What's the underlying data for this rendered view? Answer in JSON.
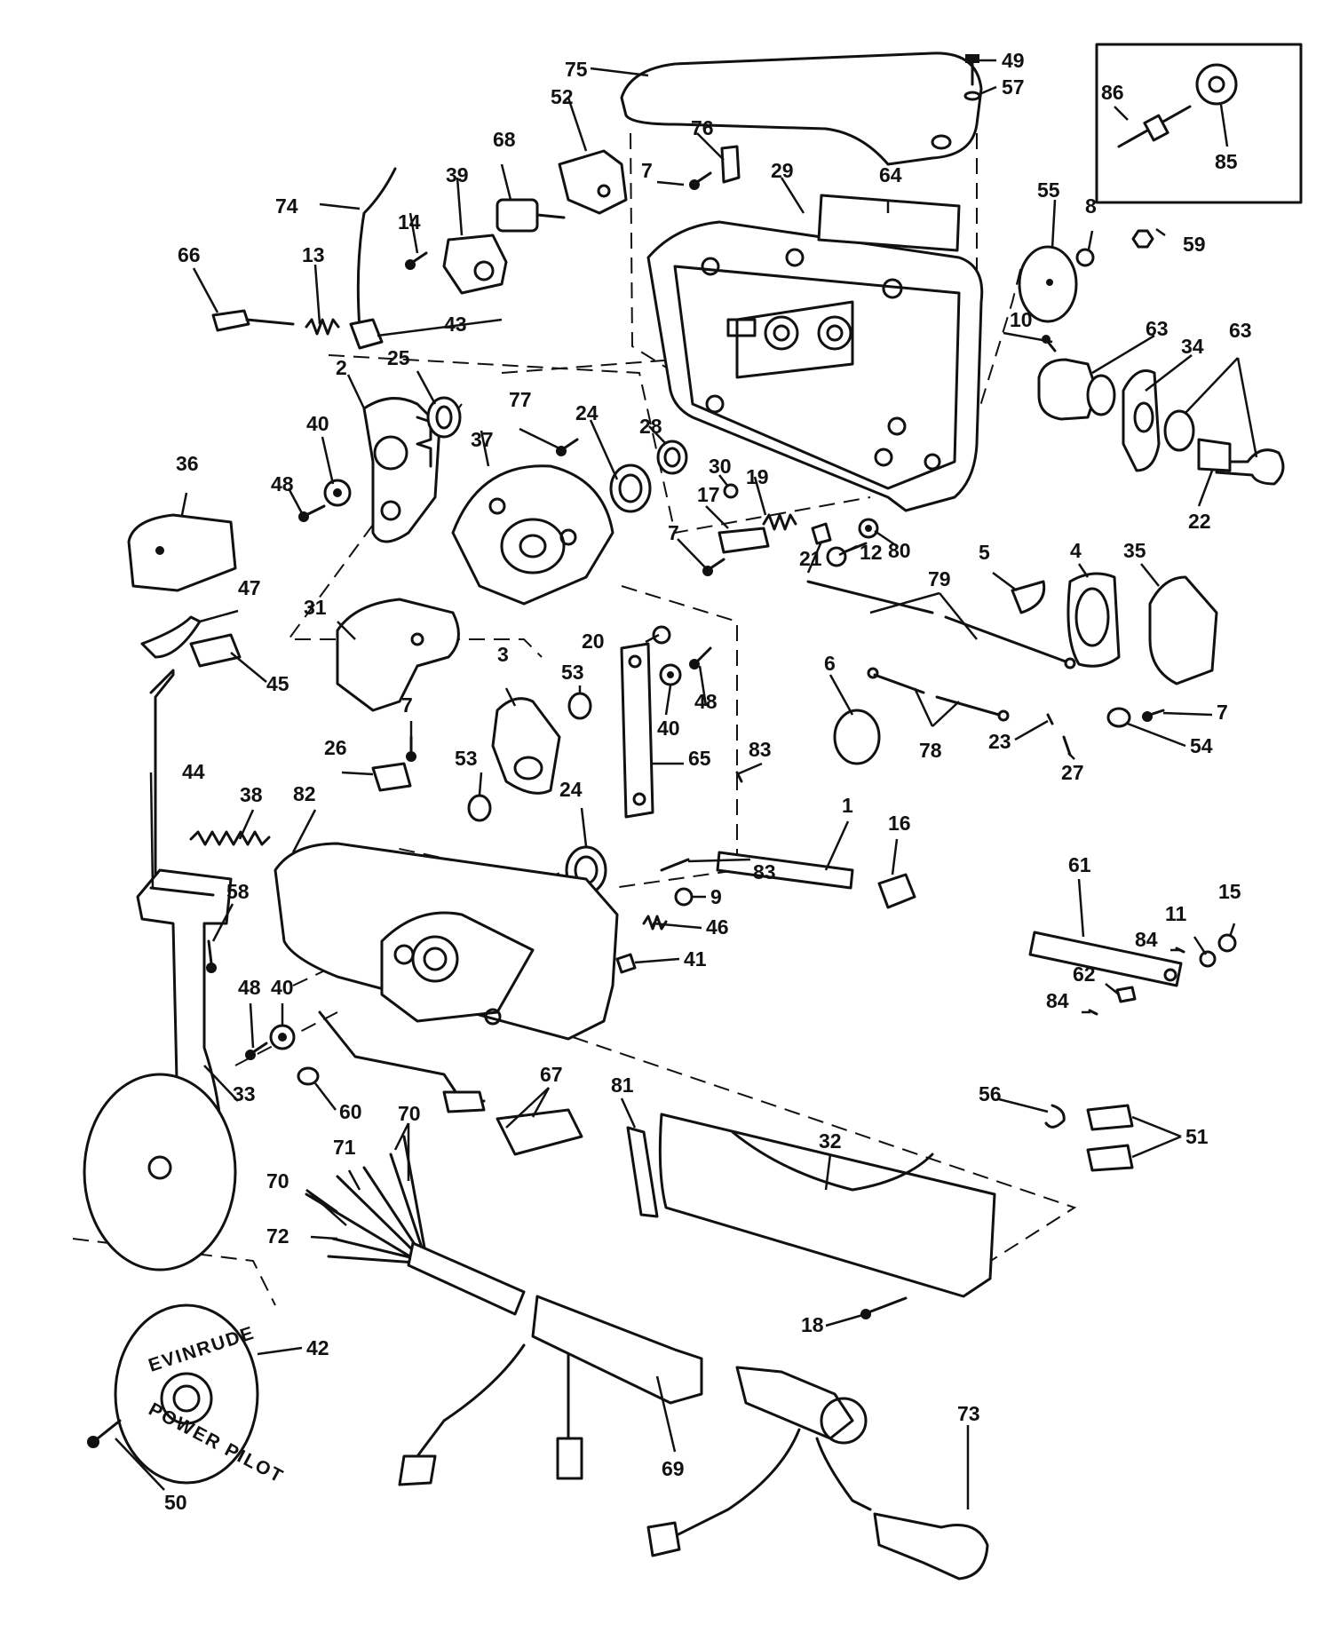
{
  "diagram": {
    "cover_text": [
      "EVINRUDE",
      "POWER PILOT"
    ],
    "callouts": [
      {
        "id": "c1",
        "label": "1"
      },
      {
        "id": "c2",
        "label": "2"
      },
      {
        "id": "c3",
        "label": "3"
      },
      {
        "id": "c4",
        "label": "4"
      },
      {
        "id": "c5",
        "label": "5"
      },
      {
        "id": "c6",
        "label": "6"
      },
      {
        "id": "c7a",
        "label": "7"
      },
      {
        "id": "c7b",
        "label": "7"
      },
      {
        "id": "c7c",
        "label": "7"
      },
      {
        "id": "c7d",
        "label": "7"
      },
      {
        "id": "c8",
        "label": "8"
      },
      {
        "id": "c9",
        "label": "9"
      },
      {
        "id": "c10",
        "label": "10"
      },
      {
        "id": "c11",
        "label": "11"
      },
      {
        "id": "c12",
        "label": "12"
      },
      {
        "id": "c13",
        "label": "13"
      },
      {
        "id": "c14",
        "label": "14"
      },
      {
        "id": "c15",
        "label": "15"
      },
      {
        "id": "c16",
        "label": "16"
      },
      {
        "id": "c17",
        "label": "17"
      },
      {
        "id": "c18",
        "label": "18"
      },
      {
        "id": "c19",
        "label": "19"
      },
      {
        "id": "c20",
        "label": "20"
      },
      {
        "id": "c21",
        "label": "21"
      },
      {
        "id": "c22",
        "label": "22"
      },
      {
        "id": "c23",
        "label": "23"
      },
      {
        "id": "c24a",
        "label": "24"
      },
      {
        "id": "c24b",
        "label": "24"
      },
      {
        "id": "c25",
        "label": "25"
      },
      {
        "id": "c26",
        "label": "26"
      },
      {
        "id": "c27",
        "label": "27"
      },
      {
        "id": "c28",
        "label": "28"
      },
      {
        "id": "c29",
        "label": "29"
      },
      {
        "id": "c30",
        "label": "30"
      },
      {
        "id": "c31",
        "label": "31"
      },
      {
        "id": "c32",
        "label": "32"
      },
      {
        "id": "c33",
        "label": "33"
      },
      {
        "id": "c34",
        "label": "34"
      },
      {
        "id": "c35",
        "label": "35"
      },
      {
        "id": "c36",
        "label": "36"
      },
      {
        "id": "c37",
        "label": "37"
      },
      {
        "id": "c38",
        "label": "38"
      },
      {
        "id": "c39",
        "label": "39"
      },
      {
        "id": "c40a",
        "label": "40"
      },
      {
        "id": "c40b",
        "label": "40"
      },
      {
        "id": "c40c",
        "label": "40"
      },
      {
        "id": "c41",
        "label": "41"
      },
      {
        "id": "c42",
        "label": "42"
      },
      {
        "id": "c43",
        "label": "43"
      },
      {
        "id": "c44",
        "label": "44"
      },
      {
        "id": "c45",
        "label": "45"
      },
      {
        "id": "c46",
        "label": "46"
      },
      {
        "id": "c47",
        "label": "47"
      },
      {
        "id": "c48a",
        "label": "48"
      },
      {
        "id": "c48b",
        "label": "48"
      },
      {
        "id": "c48c",
        "label": "48"
      },
      {
        "id": "c49",
        "label": "49"
      },
      {
        "id": "c50",
        "label": "50"
      },
      {
        "id": "c51",
        "label": "51"
      },
      {
        "id": "c52",
        "label": "52"
      },
      {
        "id": "c53a",
        "label": "53"
      },
      {
        "id": "c53b",
        "label": "53"
      },
      {
        "id": "c54",
        "label": "54"
      },
      {
        "id": "c55",
        "label": "55"
      },
      {
        "id": "c56",
        "label": "56"
      },
      {
        "id": "c57",
        "label": "57"
      },
      {
        "id": "c58",
        "label": "58"
      },
      {
        "id": "c59",
        "label": "59"
      },
      {
        "id": "c60",
        "label": "60"
      },
      {
        "id": "c61",
        "label": "61"
      },
      {
        "id": "c62",
        "label": "62"
      },
      {
        "id": "c63a",
        "label": "63"
      },
      {
        "id": "c63b",
        "label": "63"
      },
      {
        "id": "c64",
        "label": "64"
      },
      {
        "id": "c65",
        "label": "65"
      },
      {
        "id": "c66",
        "label": "66"
      },
      {
        "id": "c67",
        "label": "67"
      },
      {
        "id": "c68",
        "label": "68"
      },
      {
        "id": "c69",
        "label": "69"
      },
      {
        "id": "c70a",
        "label": "70"
      },
      {
        "id": "c70b",
        "label": "70"
      },
      {
        "id": "c71",
        "label": "71"
      },
      {
        "id": "c72",
        "label": "72"
      },
      {
        "id": "c73",
        "label": "73"
      },
      {
        "id": "c74",
        "label": "74"
      },
      {
        "id": "c75",
        "label": "75"
      },
      {
        "id": "c76",
        "label": "76"
      },
      {
        "id": "c77",
        "label": "77"
      },
      {
        "id": "c78",
        "label": "78"
      },
      {
        "id": "c79",
        "label": "79"
      },
      {
        "id": "c80",
        "label": "80"
      },
      {
        "id": "c81",
        "label": "81"
      },
      {
        "id": "c82",
        "label": "82"
      },
      {
        "id": "c83a",
        "label": "83"
      },
      {
        "id": "c83b",
        "label": "83"
      },
      {
        "id": "c84a",
        "label": "84"
      },
      {
        "id": "c84b",
        "label": "84"
      },
      {
        "id": "c85",
        "label": "85"
      },
      {
        "id": "c86",
        "label": "86"
      }
    ]
  }
}
